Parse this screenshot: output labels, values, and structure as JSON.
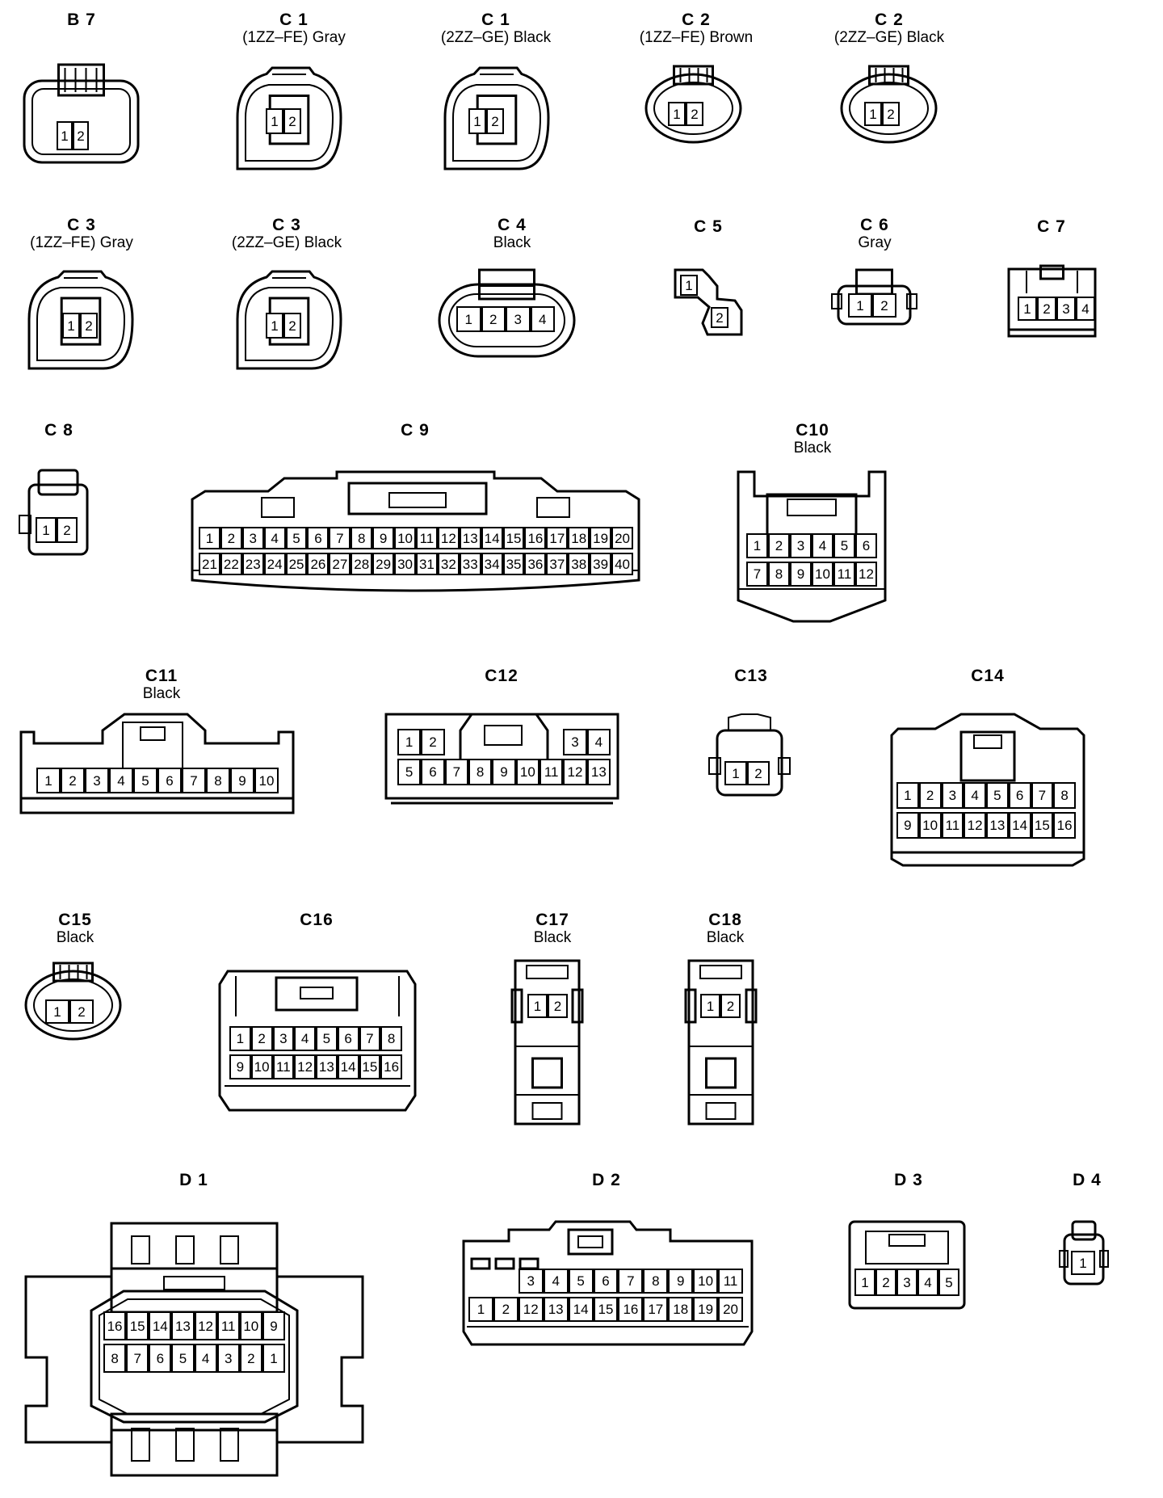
{
  "connectors": [
    {
      "id": "B 7",
      "subtitle": "",
      "pin_rows": [
        [
          "1",
          "2"
        ]
      ]
    },
    {
      "id": "C 1",
      "subtitle": "(1ZZ–FE)  Gray",
      "pin_rows": [
        [
          "1",
          "2"
        ]
      ]
    },
    {
      "id": "C 1",
      "subtitle": "(2ZZ–GE)  Black",
      "pin_rows": [
        [
          "1",
          "2"
        ]
      ]
    },
    {
      "id": "C 2",
      "subtitle": "(1ZZ–FE)  Brown",
      "pin_rows": [
        [
          "1",
          "2"
        ]
      ]
    },
    {
      "id": "C 2",
      "subtitle": "(2ZZ–GE)  Black",
      "pin_rows": [
        [
          "1",
          "2"
        ]
      ]
    },
    {
      "id": "C 3",
      "subtitle": "(1ZZ–FE)  Gray",
      "pin_rows": [
        [
          "1",
          "2"
        ]
      ]
    },
    {
      "id": "C 3",
      "subtitle": "(2ZZ–GE)  Black",
      "pin_rows": [
        [
          "1",
          "2"
        ]
      ]
    },
    {
      "id": "C 4",
      "subtitle": "Black",
      "pin_rows": [
        [
          "1",
          "2",
          "3",
          "4"
        ]
      ]
    },
    {
      "id": "C 5",
      "subtitle": "",
      "pin_rows": [
        [
          "1"
        ],
        [
          "2"
        ]
      ]
    },
    {
      "id": "C 6",
      "subtitle": "Gray",
      "pin_rows": [
        [
          "1",
          "2"
        ]
      ]
    },
    {
      "id": "C 7",
      "subtitle": "",
      "pin_rows": [
        [
          "1",
          "2",
          "3",
          "4"
        ]
      ]
    },
    {
      "id": "C 8",
      "subtitle": "",
      "pin_rows": [
        [
          "1",
          "2"
        ]
      ]
    },
    {
      "id": "C 9",
      "subtitle": "",
      "pin_rows": [
        [
          "1",
          "2",
          "3",
          "4",
          "5",
          "6",
          "7",
          "8",
          "9",
          "10",
          "11",
          "12",
          "13",
          "14",
          "15",
          "16",
          "17",
          "18",
          "19",
          "20"
        ],
        [
          "21",
          "22",
          "23",
          "24",
          "25",
          "26",
          "27",
          "28",
          "29",
          "30",
          "31",
          "32",
          "33",
          "34",
          "35",
          "36",
          "37",
          "38",
          "39",
          "40"
        ]
      ]
    },
    {
      "id": "C10",
      "subtitle": "Black",
      "pin_rows": [
        [
          "1",
          "2",
          "3",
          "4",
          "5",
          "6"
        ],
        [
          "7",
          "8",
          "9",
          "10",
          "11",
          "12"
        ]
      ]
    },
    {
      "id": "C11",
      "subtitle": "Black",
      "pin_rows": [
        [
          "1",
          "2",
          "3",
          "4",
          "5",
          "6",
          "7",
          "8",
          "9",
          "10"
        ]
      ]
    },
    {
      "id": "C12",
      "subtitle": "",
      "pin_rows": [
        [
          "1",
          "2",
          "",
          "",
          "",
          "",
          "",
          "3",
          "4"
        ],
        [
          "5",
          "6",
          "7",
          "8",
          "9",
          "10",
          "11",
          "12",
          "13"
        ]
      ]
    },
    {
      "id": "C13",
      "subtitle": "",
      "pin_rows": [
        [
          "1",
          "2"
        ]
      ]
    },
    {
      "id": "C14",
      "subtitle": "",
      "pin_rows": [
        [
          "1",
          "2",
          "3",
          "4",
          "5",
          "6",
          "7",
          "8"
        ],
        [
          "9",
          "10",
          "11",
          "12",
          "13",
          "14",
          "15",
          "16"
        ]
      ]
    },
    {
      "id": "C15",
      "subtitle": "Black",
      "pin_rows": [
        [
          "1",
          "2"
        ]
      ]
    },
    {
      "id": "C16",
      "subtitle": "",
      "pin_rows": [
        [
          "1",
          "2",
          "3",
          "4",
          "5",
          "6",
          "7",
          "8"
        ],
        [
          "9",
          "10",
          "11",
          "12",
          "13",
          "14",
          "15",
          "16"
        ]
      ]
    },
    {
      "id": "C17",
      "subtitle": "Black",
      "pin_rows": [
        [
          "1",
          "2"
        ]
      ]
    },
    {
      "id": "C18",
      "subtitle": "Black",
      "pin_rows": [
        [
          "1",
          "2"
        ]
      ]
    },
    {
      "id": "D 1",
      "subtitle": "",
      "pin_rows": [
        [
          "16",
          "15",
          "14",
          "13",
          "12",
          "11",
          "10",
          "9"
        ],
        [
          "8",
          "7",
          "6",
          "5",
          "4",
          "3",
          "2",
          "1"
        ]
      ]
    },
    {
      "id": "D 2",
      "subtitle": "",
      "pin_rows": [
        [
          "",
          "",
          "3",
          "4",
          "5",
          "6",
          "7",
          "8",
          "9",
          "10",
          "11"
        ],
        [
          "1",
          "2",
          "12",
          "13",
          "14",
          "15",
          "16",
          "17",
          "18",
          "19",
          "20"
        ]
      ]
    },
    {
      "id": "D 3",
      "subtitle": "",
      "pin_rows": [
        [
          "1",
          "2",
          "3",
          "4",
          "5"
        ]
      ]
    },
    {
      "id": "D 4",
      "subtitle": "",
      "pin_rows": [
        [
          "1"
        ]
      ]
    }
  ]
}
